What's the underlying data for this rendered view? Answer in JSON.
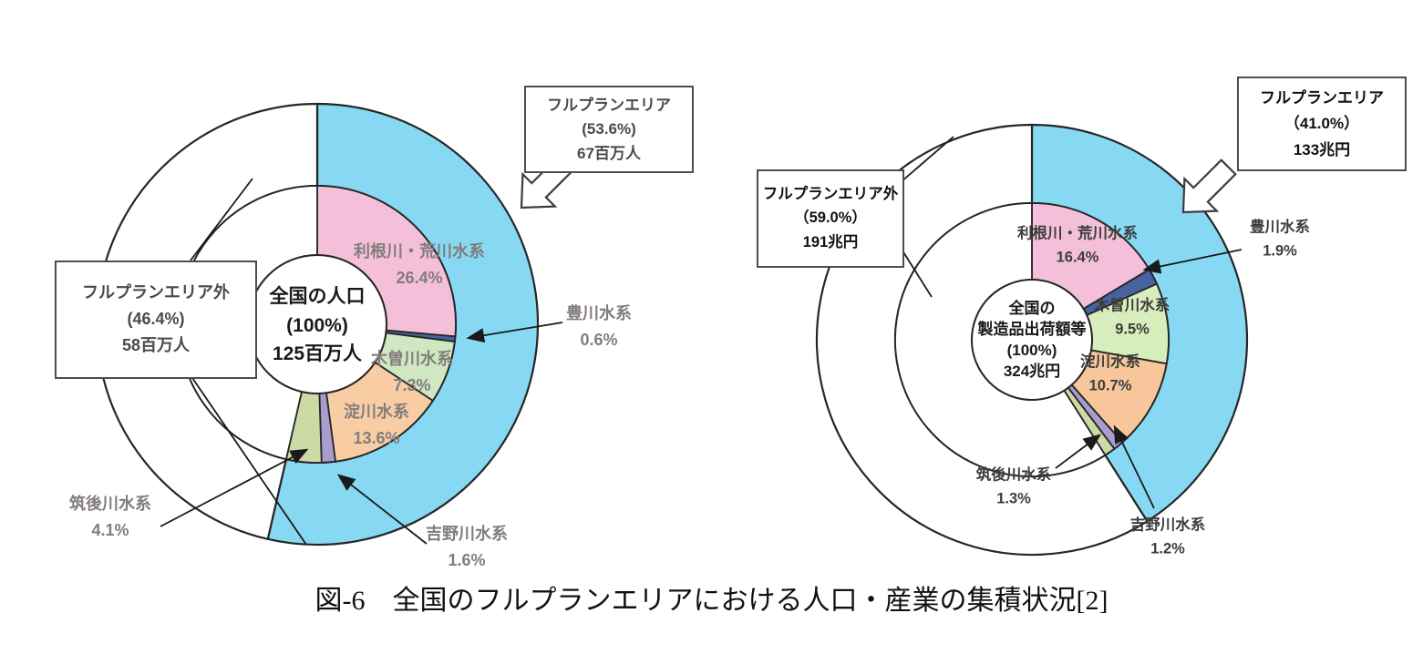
{
  "caption": "図-6　全国のフルプランエリアにおける人口・産業の集積状況[2]",
  "chart_data": [
    {
      "type": "donut",
      "subject": "population",
      "title_lines": [
        "全国の人口",
        "(100%)",
        "125百万人"
      ],
      "full_plan": {
        "label": "フルプランエリア",
        "pct": 53.6,
        "pct_label": "(53.6%)",
        "value_label": "67百万人",
        "color": "#87d9f3"
      },
      "outside": {
        "label": "フルプランエリア外",
        "pct": 46.4,
        "pct_label": "(46.4%)",
        "value_label": "58百万人",
        "color": "#ffffff"
      },
      "segments": [
        {
          "name": "利根川・荒川水系",
          "pct": 26.4,
          "pct_label": "26.4%",
          "color": "#f4c0d9"
        },
        {
          "name": "豊川水系",
          "pct": 0.6,
          "pct_label": "0.6%",
          "color": "#47639f"
        },
        {
          "name": "木曽川水系",
          "pct": 7.3,
          "pct_label": "7.3%",
          "color": "#cfe8c2"
        },
        {
          "name": "淀川水系",
          "pct": 13.6,
          "pct_label": "13.6%",
          "color": "#f8cda4"
        },
        {
          "name": "吉野川水系",
          "pct": 1.6,
          "pct_label": "1.6%",
          "color": "#aa9ccc"
        },
        {
          "name": "筑後川水系",
          "pct": 4.1,
          "pct_label": "4.1%",
          "color": "#ccdaa6"
        }
      ]
    },
    {
      "type": "donut",
      "subject": "industry",
      "title_lines": [
        "全国の",
        "製造品出荷額等",
        "(100%)",
        "324兆円"
      ],
      "full_plan": {
        "label": "フルプランエリア",
        "pct": 41.0,
        "pct_label": "（41.0%）",
        "value_label": "133兆円",
        "color": "#87d9f3"
      },
      "outside": {
        "label": "フルプランエリア外",
        "pct": 59.0,
        "pct_label": "（59.0%）",
        "value_label": "191兆円",
        "color": "#ffffff"
      },
      "segments": [
        {
          "name": "利根川・荒川水系",
          "pct": 16.4,
          "pct_label": "16.4%",
          "color": "#f4c0d9"
        },
        {
          "name": "豊川水系",
          "pct": 1.9,
          "pct_label": "1.9%",
          "color": "#47639f"
        },
        {
          "name": "木曽川水系",
          "pct": 9.5,
          "pct_label": "9.5%",
          "color": "#d8edbc"
        },
        {
          "name": "淀川水系",
          "pct": 10.7,
          "pct_label": "10.7%",
          "color": "#f7c79b"
        },
        {
          "name": "吉野川水系",
          "pct": 1.2,
          "pct_label": "1.2%",
          "color": "#aa9ccc"
        },
        {
          "name": "筑後川水系",
          "pct": 1.3,
          "pct_label": "1.3%",
          "color": "#ccdaa6"
        }
      ]
    }
  ],
  "colors": {
    "outline": "#262626",
    "leader_line": "#1a1a1a",
    "arrow_border": "#3d3d3d"
  }
}
